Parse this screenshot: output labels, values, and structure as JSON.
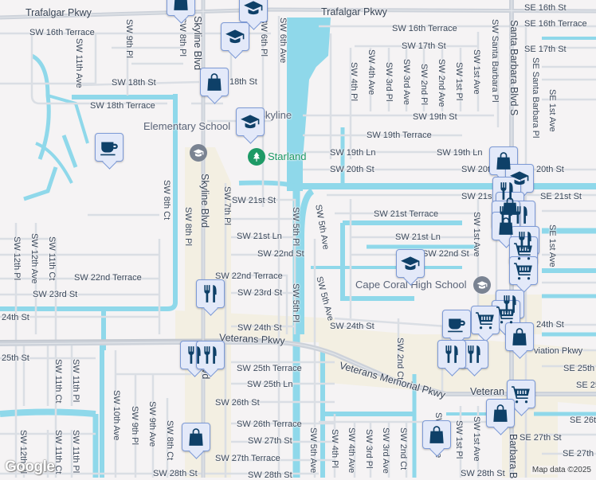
{
  "map": {
    "colors": {
      "land": "#f5f3f4",
      "road": "#d9dde3",
      "major_road": "#c9ced6",
      "water": "#8fd8ea",
      "commercial": "#f3efe2",
      "marker_fill": "#e3e9f9",
      "marker_border": "#7d9ad6",
      "marker_icon": "#0e4068",
      "park_green": "#1e9a66"
    },
    "major_roads": [
      {
        "name": "Trafalgar Pkwy",
        "label": "Trafalgar Pkwy"
      },
      {
        "name": "Trafalgar Pkwy east",
        "label": "Trafalgar Pkwy"
      },
      {
        "name": "Veterans Pkwy",
        "label": "Veterans Pkwy"
      },
      {
        "name": "Veterans Memorial Pkwy",
        "label": "Veterans Memorial Pkwy"
      },
      {
        "name": "Veterans east",
        "label": "Veteran"
      },
      {
        "name": "Skyline Blvd",
        "label": "Skyline Blvd"
      },
      {
        "name": "Skyline Blvd north",
        "label": "Skyline Blvd"
      },
      {
        "name": "Skyline Blvd south",
        "label": "Blvd"
      },
      {
        "name": "Santa Barbara Blvd",
        "label": "Santa Barbara Blvd S"
      },
      {
        "name": "Santa Barbara south",
        "label": "Barbara B"
      }
    ],
    "street_labels": [
      "SW 16th Terrace",
      "SW 16th Terrace",
      "SE 16th St",
      "SE 16th Terrace",
      "SW 17th St",
      "SE 17th St",
      "SW 18th St",
      "18th St",
      "SW 18th Terrace",
      "SW 19th St",
      "SW 19th Terrace",
      "SW 19th Ln",
      "SW 19th Ln",
      "SW 20th St",
      "SW 20t",
      "20th St",
      "SW 21st St",
      "SW 21s",
      "SE 21st St",
      "SW 21st Terrace",
      "SW 21st Ln",
      "SW 21st Ln",
      "SW 22nd St",
      "SW 22nd St",
      "SW 22nd Terrace",
      "SW 22nd Terrace",
      "SW 23rd St",
      "SW 23rd St",
      "24th St",
      "SW 24th St",
      "SW 24th St",
      "24th St",
      "25th St",
      "SW 25th Terrace",
      "SW 25th Ln",
      "SW 26th St",
      "SW 26th Terrace",
      "SW 27th St",
      "SW 27th Terrace",
      "SW 28th St",
      "SW 28th St",
      "SW 28th St",
      "SE 25th",
      "SE 25",
      "SE 26th",
      "SE 27th St",
      "SE 27th",
      "viation Pkwy"
    ],
    "vertical_street_labels": [
      "SW 11th Ave",
      "SW 9th Pl",
      "SW 8th Pl",
      "SW 6th Pl",
      "SW 6th Ave",
      "SW 4th Pl",
      "SW 4th Ave",
      "SW 3rd Pl",
      "SW 3rd Ave",
      "SW 2nd Pl",
      "SW 2nd Ave",
      "SW 1st Pl",
      "SW 1st Ave",
      "SW Santa Barbara Pl",
      "SE Santa Barbara Pl",
      "SE 1st Ave",
      "SW 8th Ct",
      "SW 8th Pl",
      "SW 7th Pl",
      "SW 5th Pl",
      "SW 5th Ave",
      "SW 5th Ave",
      "SW 5th Pl",
      "SW 12th Pl",
      "SW 12th Ave",
      "SW 11th Ct",
      "SW 1st Ave",
      "SE 1st Ave",
      "SW 2nd Ct",
      "SW 11th Ct",
      "SW 11th Pl",
      "SW 10th Ave",
      "SW 9th Pl",
      "SW 9th Ave",
      "SW 8th Ct",
      "SW 12th Pl",
      "SW 11th Ct",
      "SW 11th Pl",
      "SW 5th Ave",
      "SW 4th Pl",
      "SW 4th Ave",
      "SW 3rd Pl",
      "SW 3rd Ave",
      "SW 2nd Ct",
      "SW 1st Pl",
      "SW 1st Ave",
      "SW 5th Ave"
    ],
    "places": [
      {
        "label_line1": "Skyline",
        "label_line2": "Elementary School",
        "type": "school"
      },
      {
        "label": "Starland",
        "type": "park"
      },
      {
        "label": "Cape Coral High School",
        "type": "school"
      }
    ],
    "markers": [
      {
        "type": "shopping",
        "icon": "shopping-bag-icon"
      },
      {
        "type": "school",
        "icon": "graduation-cap-icon"
      },
      {
        "type": "school",
        "icon": "graduation-cap-icon"
      },
      {
        "type": "shopping",
        "icon": "shopping-bag-icon"
      },
      {
        "type": "school",
        "icon": "graduation-cap-icon"
      },
      {
        "type": "cafe",
        "icon": "coffee-cup-icon"
      },
      {
        "type": "shopping",
        "icon": "shopping-bag-icon"
      },
      {
        "type": "school",
        "icon": "graduation-cap-icon"
      },
      {
        "type": "restaurant",
        "icon": "fork-knife-icon"
      },
      {
        "type": "shopping",
        "icon": "shopping-bag-icon"
      },
      {
        "type": "restaurant",
        "icon": "fork-knife-icon"
      },
      {
        "type": "restaurant",
        "icon": "fork-knife-icon"
      },
      {
        "type": "shopping",
        "icon": "shopping-bag-icon"
      },
      {
        "type": "restaurant",
        "icon": "fork-knife-icon"
      },
      {
        "type": "grocery",
        "icon": "shopping-cart-icon"
      },
      {
        "type": "grocery",
        "icon": "shopping-cart-icon"
      },
      {
        "type": "school",
        "icon": "graduation-cap-icon"
      },
      {
        "type": "restaurant",
        "icon": "fork-knife-icon"
      },
      {
        "type": "grocery",
        "icon": "shopping-cart-icon"
      },
      {
        "type": "grocery",
        "icon": "shopping-cart-icon"
      },
      {
        "type": "cafe",
        "icon": "coffee-cup-icon"
      },
      {
        "type": "shopping",
        "icon": "shopping-bag-icon"
      },
      {
        "type": "restaurant",
        "icon": "fork-knife-icon"
      },
      {
        "type": "restaurant",
        "icon": "fork-knife-icon"
      },
      {
        "type": "restaurant",
        "icon": "fork-knife-icon"
      },
      {
        "type": "restaurant",
        "icon": "fork-knife-icon"
      },
      {
        "type": "grocery",
        "icon": "shopping-cart-icon"
      },
      {
        "type": "shopping",
        "icon": "shopping-bag-icon"
      },
      {
        "type": "shopping",
        "icon": "shopping-bag-icon"
      },
      {
        "type": "shopping",
        "icon": "shopping-bag-icon"
      }
    ],
    "logo": "Google",
    "attribution": "Map data ©2025"
  }
}
